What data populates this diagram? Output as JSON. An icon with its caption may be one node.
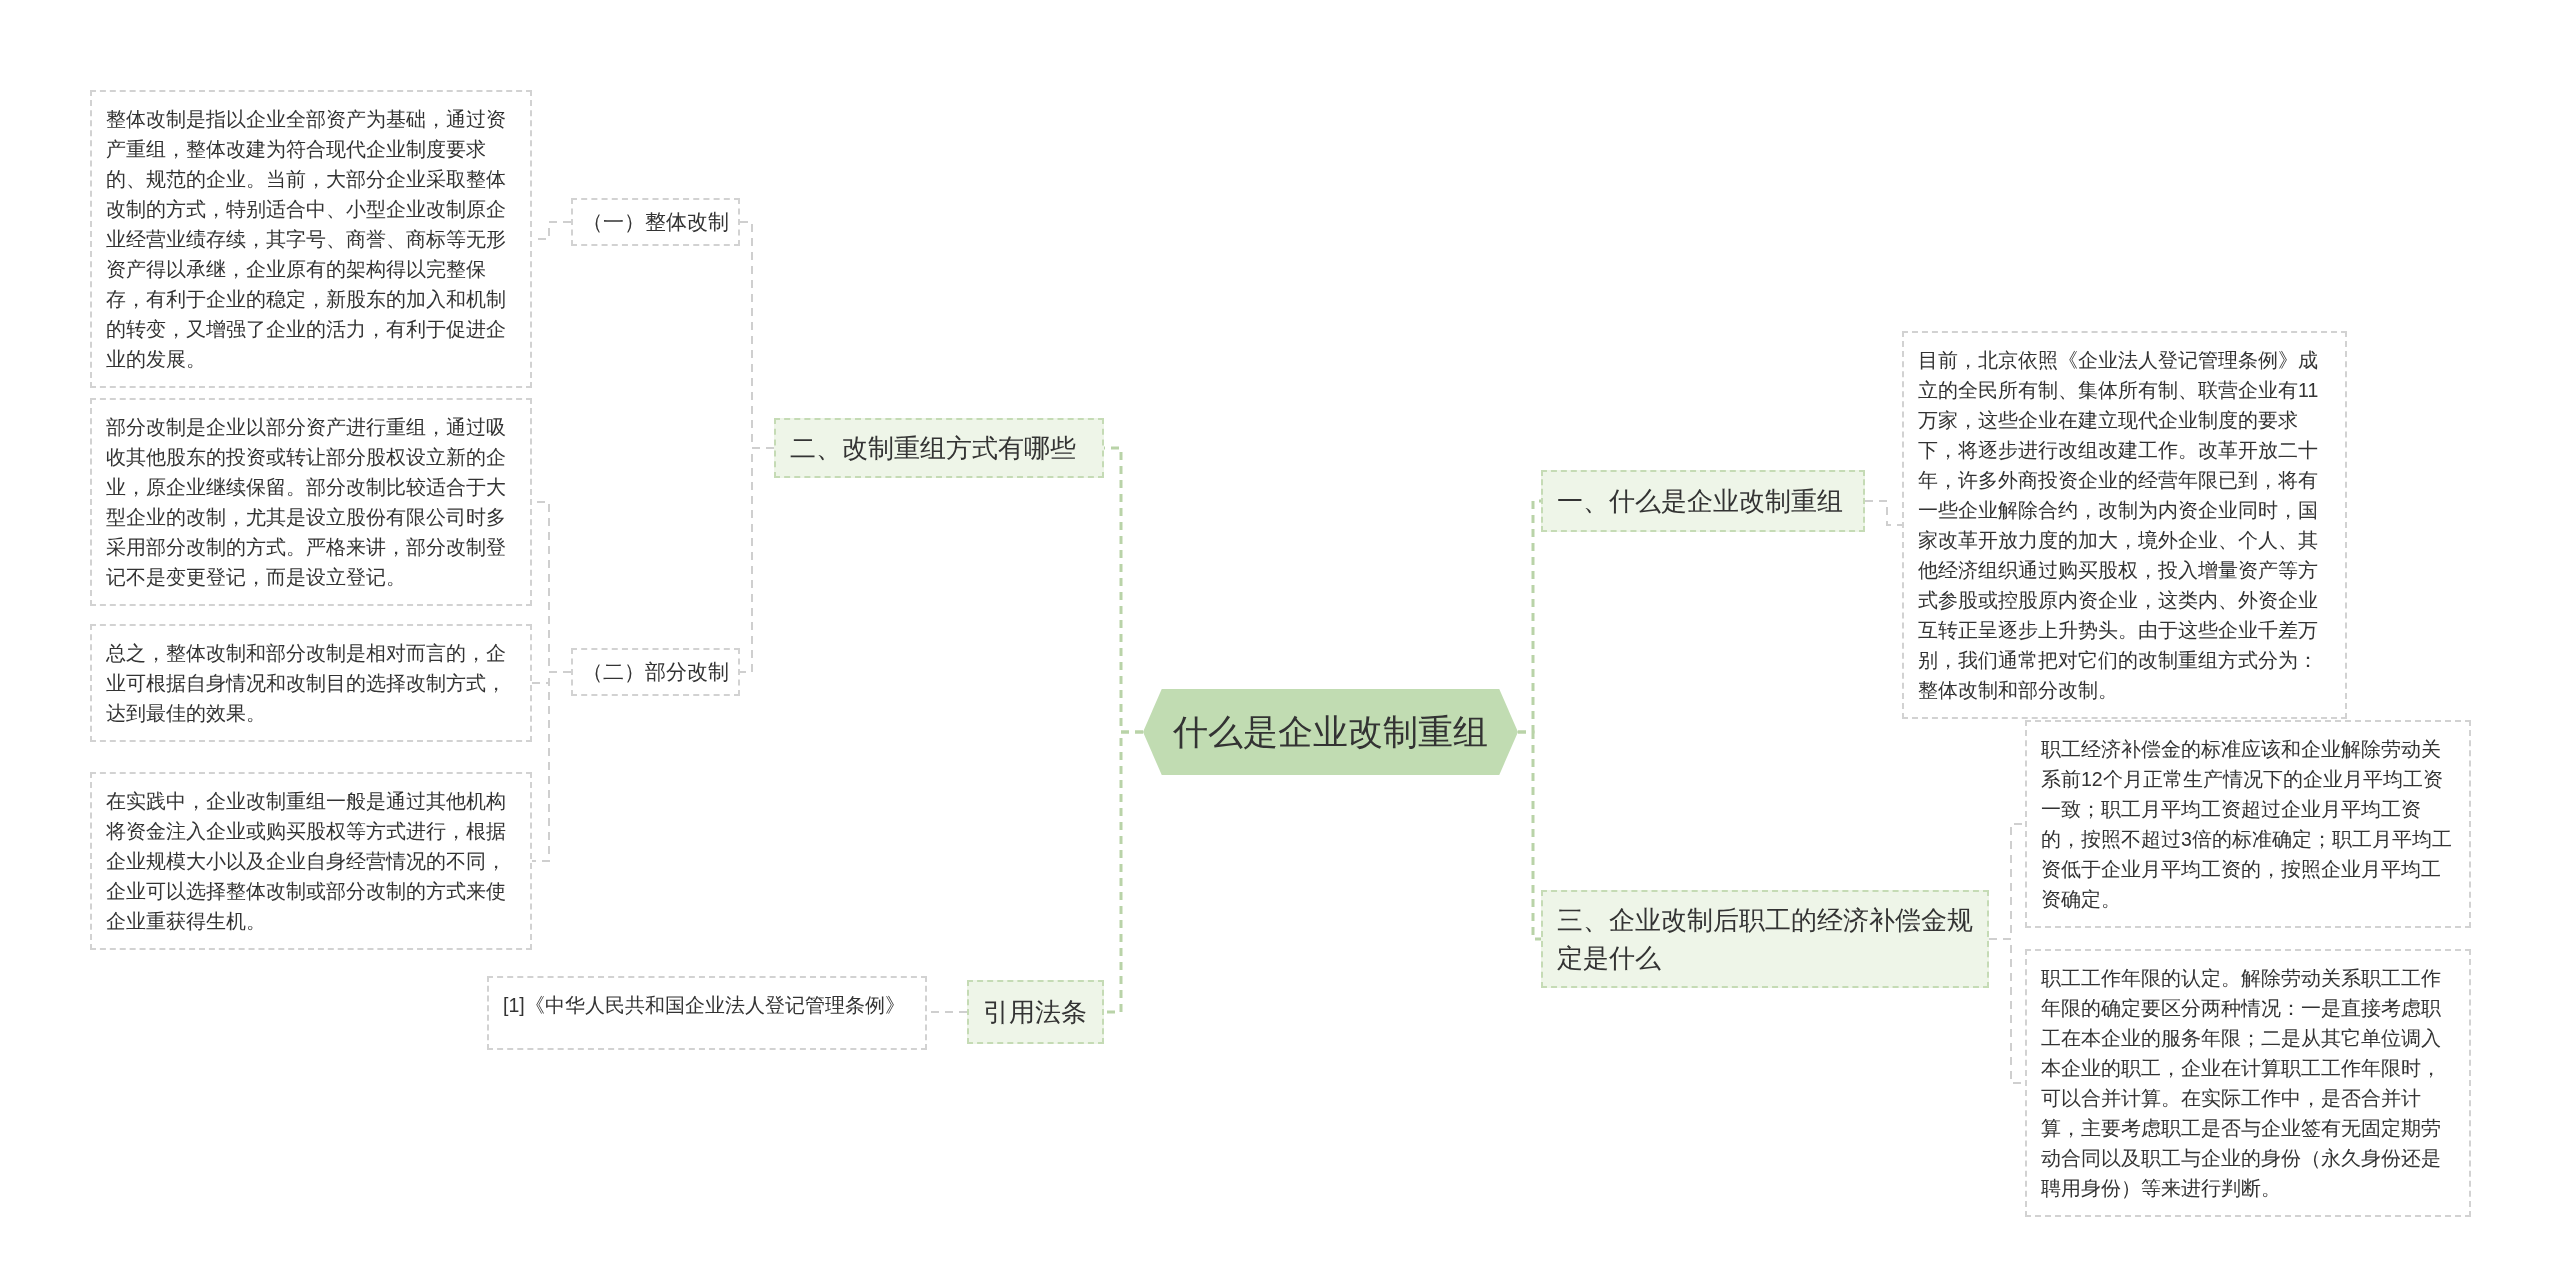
{
  "diagram": {
    "nodes": [
      {
        "text": [
          "什么是企业改制重组"
        ]
      },
      {
        "text": [
          "二、改制重组方式有哪些"
        ]
      },
      {
        "text": [
          "（一）整体改制"
        ]
      },
      {
        "text": [
          "整体改制是指以企业全部资产为基础，通过资产重组，整体改建为符合现代企业制度要求的、规范的企业。当前，大部分企业采取整体改制的方式，特别适合中、小型企业改制原企业经营业绩存续，其字号、商誉、商标等无形资产得以承继，企业原有的架构得以完整保存，有利于企业的稳定，新股东的加入和机制的转变，又增强了企业的活力，有利于促进企业的发展。"
        ]
      },
      {
        "text": [
          "（二）部分改制"
        ]
      },
      {
        "text": [
          "部分改制是企业以部分资产进行重组，通过吸收其他股东的投资或转让部分股权设立新的企业，原企业继续保留。部分改制比较适合于大型企业的改制，尤其是设立股份有限公司时多采用部分改制的方式。严格来讲，部分改制登记不是变更登记，而是设立登记。"
        ]
      },
      {
        "text": [
          "总之，整体改制和部分改制是相对而言的，企业可根据自身情况和改制目的选择改制方式，达到最佳的效果。"
        ]
      },
      {
        "text": [
          "在实践中，企业改制重组一般是通过其他机构将资金注入企业或购买股权等方式进行，根据企业规模大小以及企业自身经营情况的不同，企业可以选择整体改制或部分改制的方式来使企业重获得生机。"
        ]
      },
      {
        "text": [
          "引用法条"
        ]
      },
      {
        "text": [
          "[1]《中华人民共和国企业法人登记管理条例》"
        ]
      },
      {
        "text": [
          "一、什么是企业改制重组"
        ]
      },
      {
        "text": [
          "目前，北京依照《企业法人登记管理条例》成立的全民所有制、集体所有制、联营企业有11万家，这些企业在建立现代企业制度的要求下，将逐步进行改组改建工作。改革开放二十年，许多外商投资企业的经营年限已到，将有一些企业解除合约，改制为内资企业同时，国家改革开放力度的加大，境外企业、个人、其他经济组织通过购买股权，投入增量资产等方式参股或控股原内资企业，这类内、外资企业互转正呈逐步上升势头。由于这些企业千差万别，我们通常把对它们的改制重组方式分为：整体改制和部分改制。"
        ]
      },
      {
        "text": [
          "三、企业改制后职工的经济补偿金规定是什么"
        ]
      },
      {
        "text": [
          "职工经济补偿金的标准应该和企业解除劳动关系前12个月正常生产情况下的企业月平均工资一致；职工月平均工资超过企业月平均工资的，按照不超过3倍的标准确定；职工月平均工资低于企业月平均工资的，按照企业月平均工资确定。"
        ]
      },
      {
        "text": [
          "职工工作年限的认定。解除劳动关系职工工作年限的确定要区分两种情况：一是直接考虑职工在本企业的服务年限；二是从其它单位调入本企业的职工，企业在计算职工工作年限时，可以合并计算。在实际工作中，是否合并计算，主要考虑职工是否与企业签有无固定期劳动合同以及职工与企业的身份（永久身份还是聘用身份）等来进行判断。"
        ]
      }
    ],
    "edges": [
      {
        "from": 0,
        "to": 1,
        "arrow": "none",
        "color": "#b9d3a8"
      },
      {
        "from": 1,
        "to": 2,
        "arrow": "none"
      },
      {
        "from": 2,
        "to": 3,
        "arrow": "none"
      },
      {
        "from": 1,
        "to": 4,
        "arrow": "none"
      },
      {
        "from": 4,
        "to": 5,
        "arrow": "none"
      },
      {
        "from": 4,
        "to": 6,
        "arrow": "none"
      },
      {
        "from": 4,
        "to": 7,
        "arrow": "none"
      },
      {
        "from": 0,
        "to": 8,
        "arrow": "none",
        "color": "#b9d3a8"
      },
      {
        "from": 8,
        "to": 9,
        "arrow": "none"
      },
      {
        "from": 0,
        "to": 10,
        "arrow": "none",
        "color": "#b9d3a8"
      },
      {
        "from": 10,
        "to": 11,
        "arrow": "none"
      },
      {
        "from": 0,
        "to": 12,
        "arrow": "none",
        "color": "#b9d3a8"
      },
      {
        "from": 12,
        "to": 13,
        "arrow": "none"
      },
      {
        "from": 12,
        "to": 14,
        "arrow": "none"
      }
    ]
  }
}
